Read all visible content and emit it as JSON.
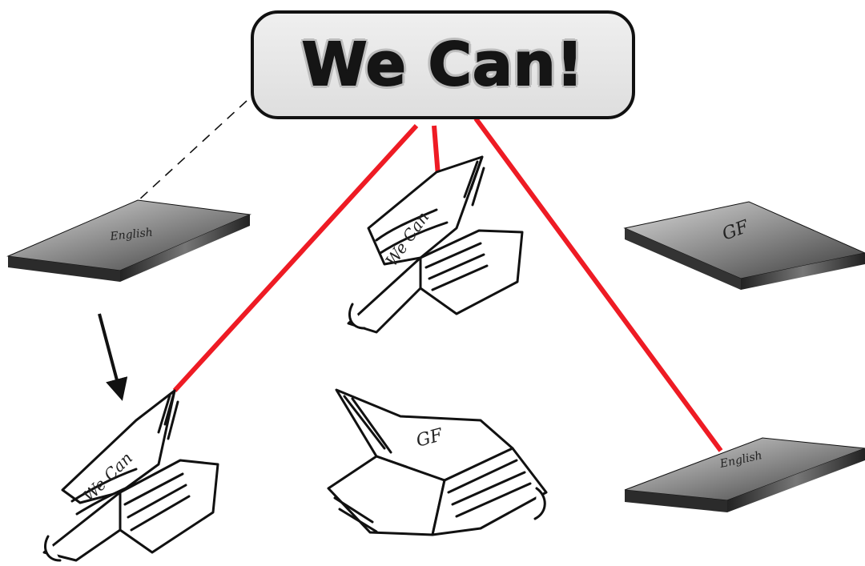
{
  "title": {
    "text": "We Can!"
  },
  "books": {
    "closed_top_left": {
      "label": "English"
    },
    "open_top_center": {
      "label": "We Can"
    },
    "closed_top_right": {
      "label": "GF"
    },
    "open_bottom_left": {
      "label": "We Can"
    },
    "open_bottom_center": {
      "label": "GF"
    },
    "closed_bottom_right": {
      "label": "English"
    }
  },
  "colors": {
    "connector": "#ee1b24",
    "dashed": "#111111",
    "ink": "#111111"
  },
  "icons": {
    "closed_book": "closed-book-icon",
    "open_book": "open-book-icon",
    "arrow": "arrow-down-icon"
  }
}
